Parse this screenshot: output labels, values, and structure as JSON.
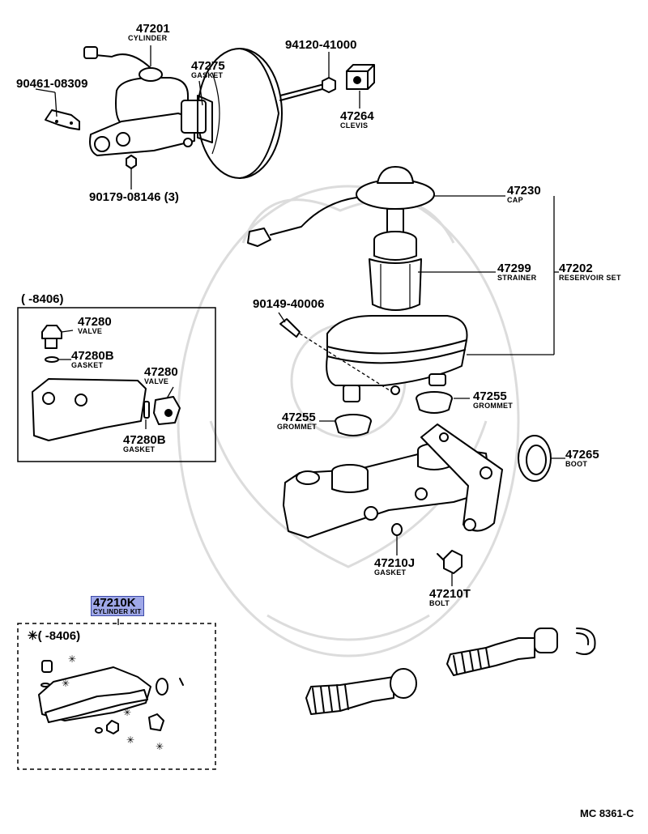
{
  "callouts": {
    "p47201": {
      "num": "47201",
      "name": "CYLINDER"
    },
    "p47275": {
      "num": "47275",
      "name": "GASKET"
    },
    "p94120": {
      "num": "94120-41000"
    },
    "p90461": {
      "num": "90461-08309"
    },
    "p47264": {
      "num": "47264",
      "name": "CLEVIS"
    },
    "p90179": {
      "num": "90179-08146 (3)"
    },
    "p47230": {
      "num": "47230",
      "name": "CAP"
    },
    "p47299": {
      "num": "47299",
      "name": "STRAINER"
    },
    "p47202": {
      "num": "47202",
      "name": "RESERVOIR SET"
    },
    "p90149": {
      "num": "90149-40006"
    },
    "p47255a": {
      "num": "47255",
      "name": "GROMMET"
    },
    "p47255b": {
      "num": "47255",
      "name": "GROMMET"
    },
    "p47265": {
      "num": "47265",
      "name": "BOOT"
    },
    "p47210J": {
      "num": "47210J",
      "name": "GASKET"
    },
    "p47210T": {
      "num": "47210T",
      "name": "BOLT"
    },
    "p47210K": {
      "num": "47210K",
      "name": "CYLINDER KIT"
    }
  },
  "inset_valves": {
    "range": "(      -8406)",
    "p47280a": {
      "num": "47280",
      "name": "VALVE"
    },
    "p47280Ba": {
      "num": "47280B",
      "name": "GASKET"
    },
    "p47280b": {
      "num": "47280",
      "name": "VALVE"
    },
    "p47280Bb": {
      "num": "47280B",
      "name": "GASKET"
    }
  },
  "inset_kit": {
    "range": "(      -8406)",
    "marker": "✳"
  },
  "diagram_code": "MC 8361-C"
}
